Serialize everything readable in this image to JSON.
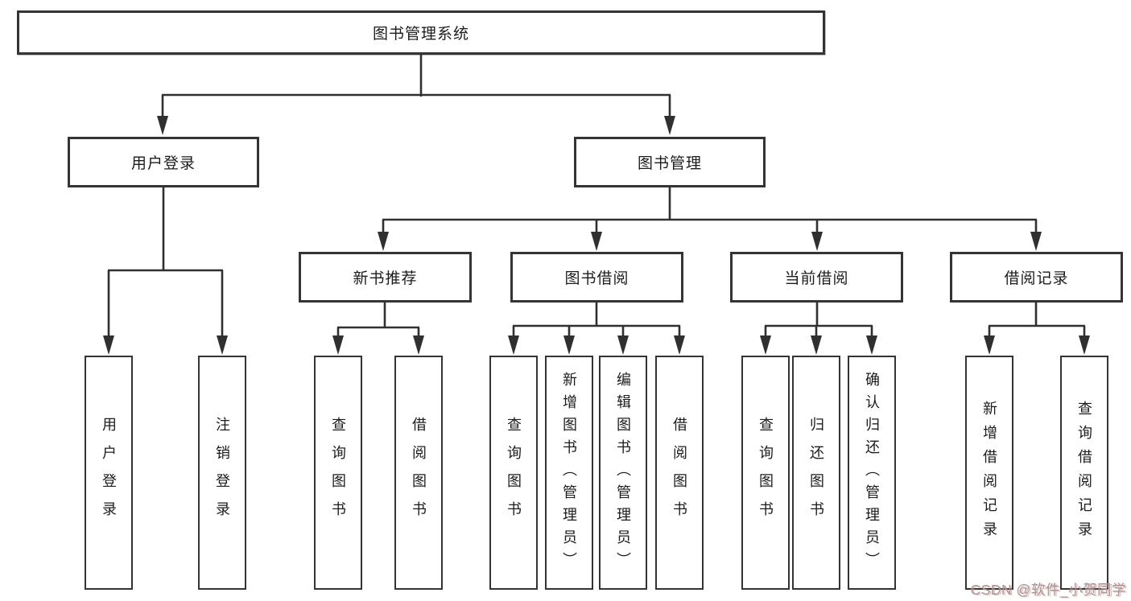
{
  "tree": {
    "label": "图书管理系统",
    "children": [
      {
        "label": "用户登录",
        "children": [
          {
            "label": "用户登录"
          },
          {
            "label": "注销登录"
          }
        ]
      },
      {
        "label": "图书管理",
        "children": [
          {
            "label": "新书推荐",
            "children": [
              {
                "label": "查询图书"
              },
              {
                "label": "借阅图书"
              }
            ]
          },
          {
            "label": "图书借阅",
            "children": [
              {
                "label": "查询图书"
              },
              {
                "label": "新增图书（管理员）"
              },
              {
                "label": "编辑图书（管理员）"
              },
              {
                "label": "借阅图书"
              }
            ]
          },
          {
            "label": "当前借阅",
            "children": [
              {
                "label": "查询图书"
              },
              {
                "label": "归还图书"
              },
              {
                "label": "确认归还（管理员）"
              }
            ]
          },
          {
            "label": "借阅记录",
            "children": [
              {
                "label": "新增借阅记录"
              },
              {
                "label": "查询借阅记录"
              }
            ]
          }
        ]
      }
    ]
  },
  "watermark": {
    "text": "CSDN @软件_小贺同学"
  },
  "colors": {
    "line": "#303030",
    "box_border": "#343434",
    "box_fill": "#ffffff",
    "text": "#1c1c1c",
    "background": "#ffffff",
    "watermark_text": "#9c9c9c",
    "watermark_shadow": "#ec8080"
  }
}
